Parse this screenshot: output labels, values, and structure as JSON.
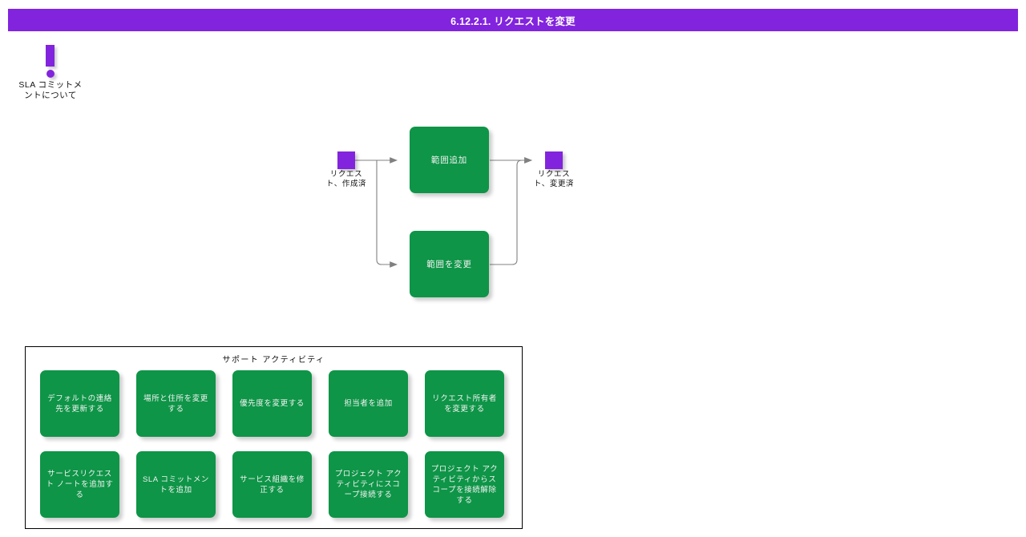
{
  "colors": {
    "accent_purple": "#8224de",
    "task_green": "#0e9547",
    "connector_gray": "#808080",
    "panel_border": "#000000",
    "title_text": "#ffffff"
  },
  "header": {
    "title": "6.12.2.1. リクエストを変更"
  },
  "sla_note": {
    "icon": "exclamation-icon",
    "label": "SLA コミットメントについて"
  },
  "flow": {
    "start_node": {
      "icon": "terminal-square-icon",
      "label": "リクエスト、作成済"
    },
    "end_node": {
      "icon": "terminal-square-icon",
      "label": "リクエスト、変更済"
    },
    "tasks": [
      {
        "label": "範囲追加"
      },
      {
        "label": "範囲を変更"
      }
    ]
  },
  "support": {
    "title": "サポート アクティビティ",
    "rows": [
      [
        {
          "label": "デフォルトの連絡先を更新する"
        },
        {
          "label": "場所と住所を変更する"
        },
        {
          "label": "優先度を変更する"
        },
        {
          "label": "担当者を追加"
        },
        {
          "label": "リクエスト所有者を変更する"
        }
      ],
      [
        {
          "label": "サービスリクエスト ノートを追加する"
        },
        {
          "label": "SLA コミットメントを追加"
        },
        {
          "label": "サービス組織を修正する"
        },
        {
          "label": "プロジェクト アクティビティにスコープ接続する"
        },
        {
          "label": "プロジェクト アクティビティからスコープを接続解除する"
        }
      ]
    ]
  }
}
